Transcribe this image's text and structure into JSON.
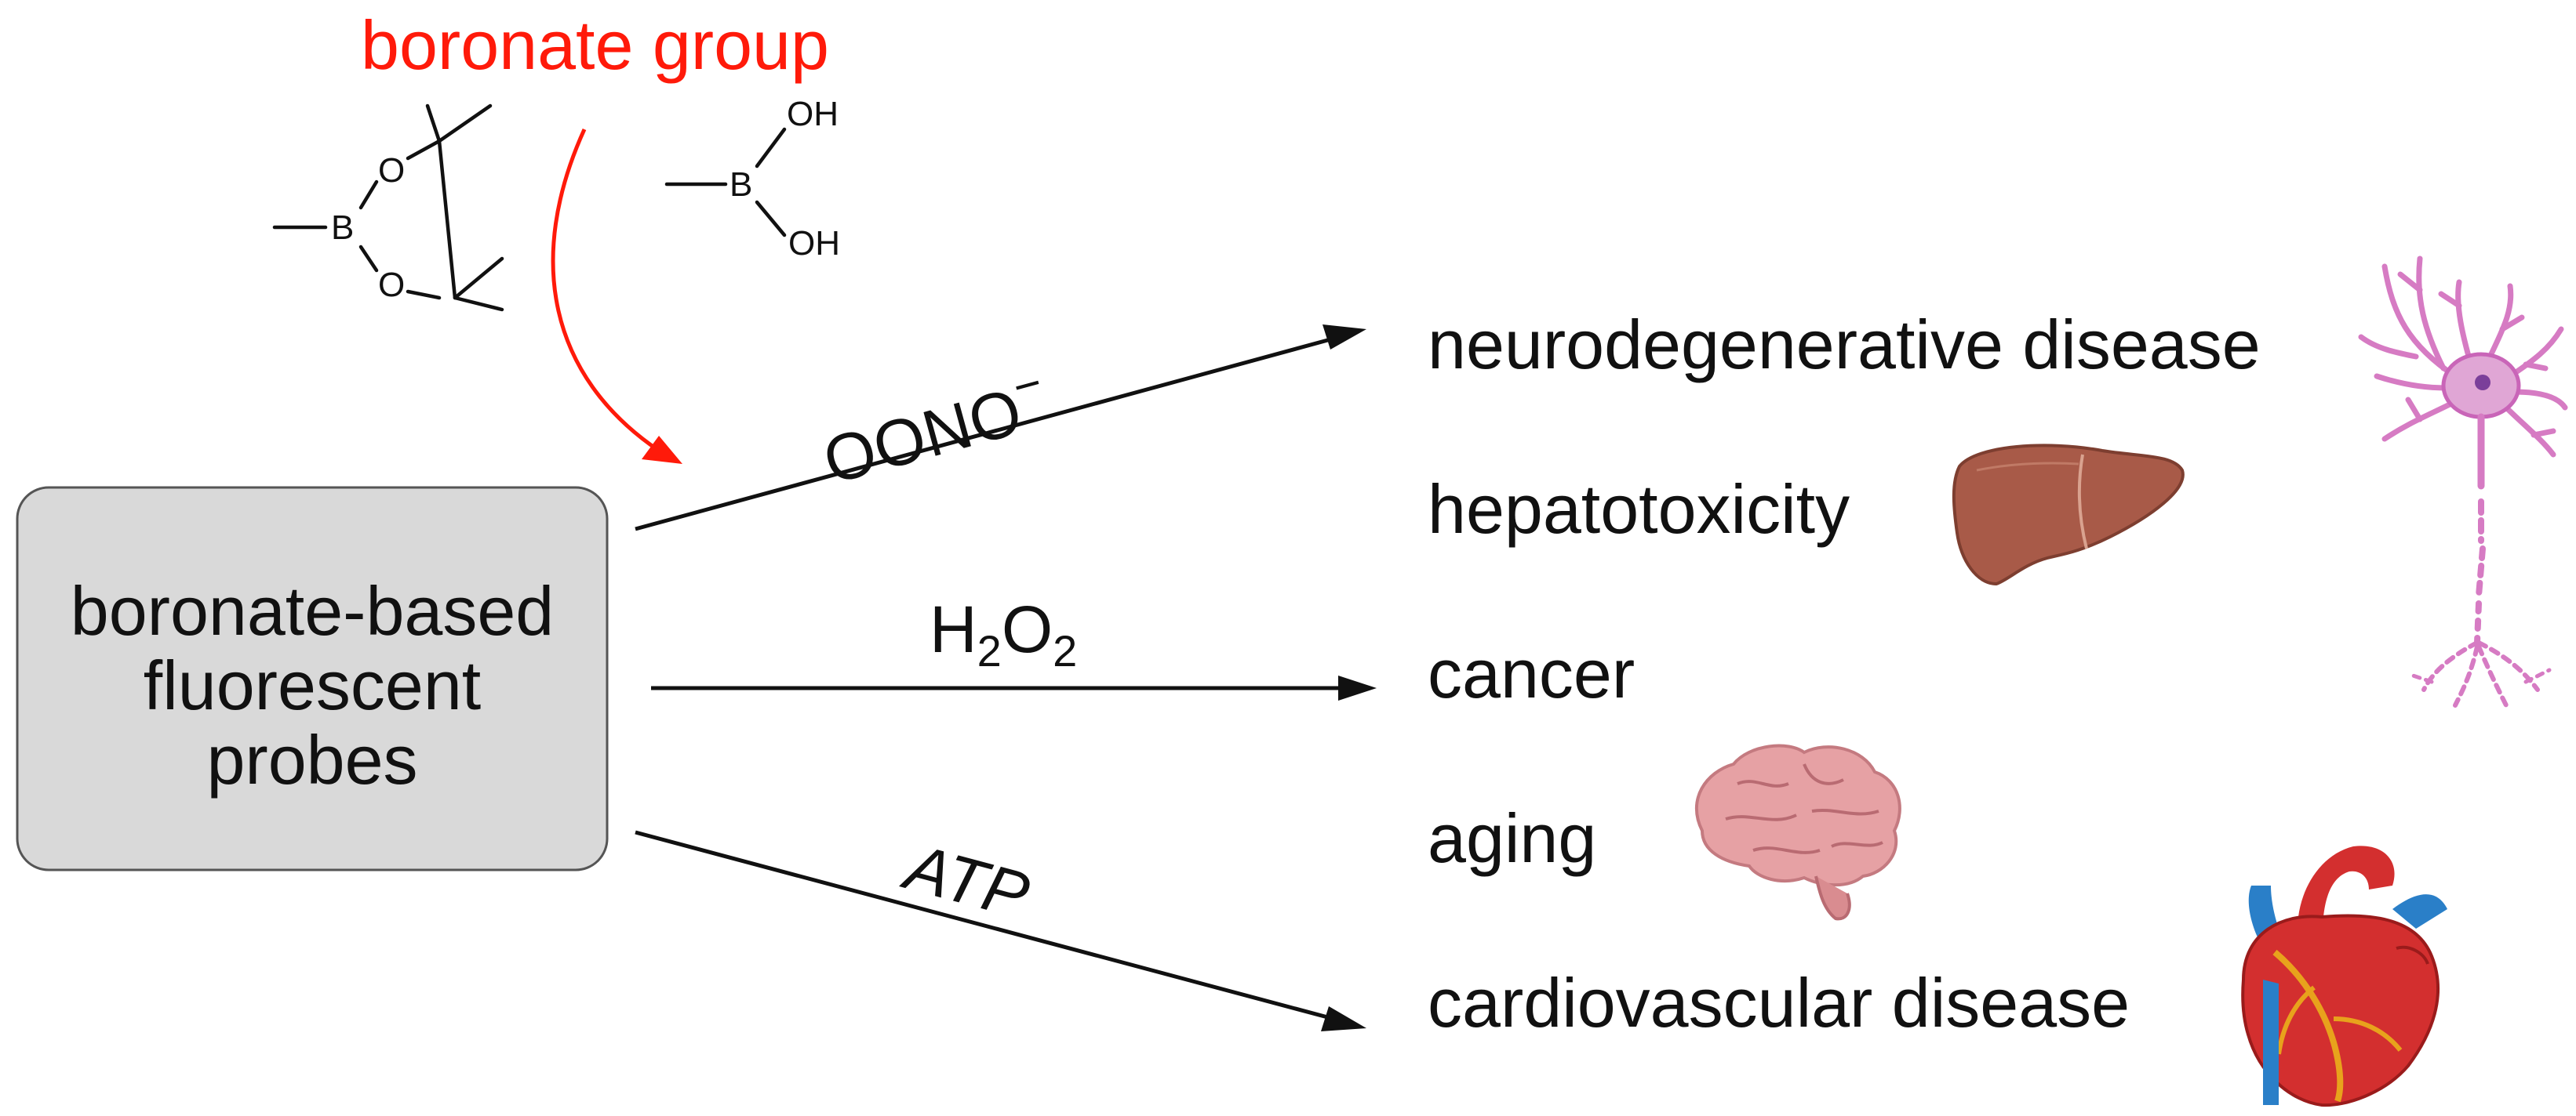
{
  "header": {
    "text": "boronate group",
    "color": "#ff1a0a"
  },
  "structures": {
    "pinacol_ester": {
      "atoms": [
        "B",
        "O",
        "O"
      ]
    },
    "boronic_acid": {
      "atoms": [
        "B",
        "OH",
        "OH"
      ]
    }
  },
  "probe_box": {
    "lines": [
      "boronate-based",
      "fluorescent",
      "probes"
    ],
    "fill": "#d9d9d9"
  },
  "arrows": [
    {
      "label": "OONO",
      "charge": "−"
    },
    {
      "label_parts": [
        "H",
        "2",
        "O",
        "2"
      ]
    },
    {
      "label": "ATP"
    }
  ],
  "diseases": [
    "neurodegenerative disease",
    "hepatotoxicity",
    "cancer",
    "aging",
    "cardiovascular disease"
  ],
  "icons": [
    "neuron-icon",
    "liver-icon",
    "brain-icon",
    "heart-icon"
  ],
  "colors": {
    "accent_red": "#ff1a0a",
    "neuron": "#d67bc3",
    "liver": "#a85a48",
    "brain": "#e6a1a4",
    "heart": "#d32f2f",
    "vessel_blue": "#2a7fc8"
  }
}
